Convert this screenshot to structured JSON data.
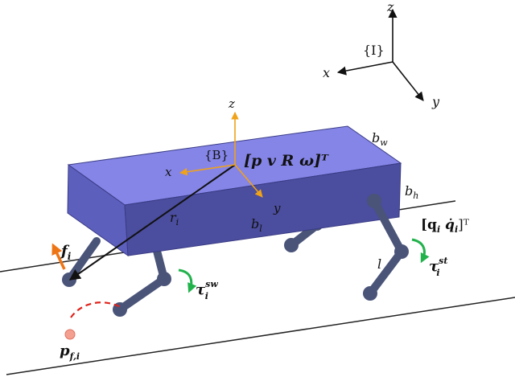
{
  "colors": {
    "body_top": "#8585e8",
    "body_front": "#5d5fbd",
    "body_right": "#4b4d9e",
    "body_edge": "#3a3c85",
    "leg": "#4a5478",
    "axis_arrow": "#f0a218",
    "force_arrow": "#ee7515",
    "torque_arrow": "#22b24c",
    "trajectory": "#e0241c",
    "foot_target": "#f4a090",
    "frame_arrow": "#111111"
  },
  "frames": {
    "inertial": {
      "label": "{I}",
      "axis_z": "z",
      "axis_x": "x",
      "axis_y": "y"
    },
    "body": {
      "label": "{B}",
      "axis_z": "z",
      "axis_x": "x",
      "axis_y": "y"
    }
  },
  "labels": {
    "state_vector": "[p v R ω]ᵀ",
    "body_width": "b",
    "body_width_sub": "w",
    "body_height": "b",
    "body_height_sub": "h",
    "body_length": "b",
    "body_length_sub": "l",
    "position_vector": "r",
    "position_vector_sub": "i",
    "foot_force": "f",
    "foot_force_sub": "i",
    "joint_state": "[q",
    "joint_state_sub1": "i",
    "joint_state_mid": " q̇",
    "joint_state_sub2": "i",
    "joint_state_end": "]ᵀ",
    "leg_length": "l",
    "swing_torque": "τ",
    "swing_torque_sub": "i",
    "swing_torque_sup": "sw",
    "stance_torque": "τ",
    "stance_torque_sub": "i",
    "stance_torque_sup": "st",
    "foot_target": "p",
    "foot_target_sub": "f,i"
  }
}
